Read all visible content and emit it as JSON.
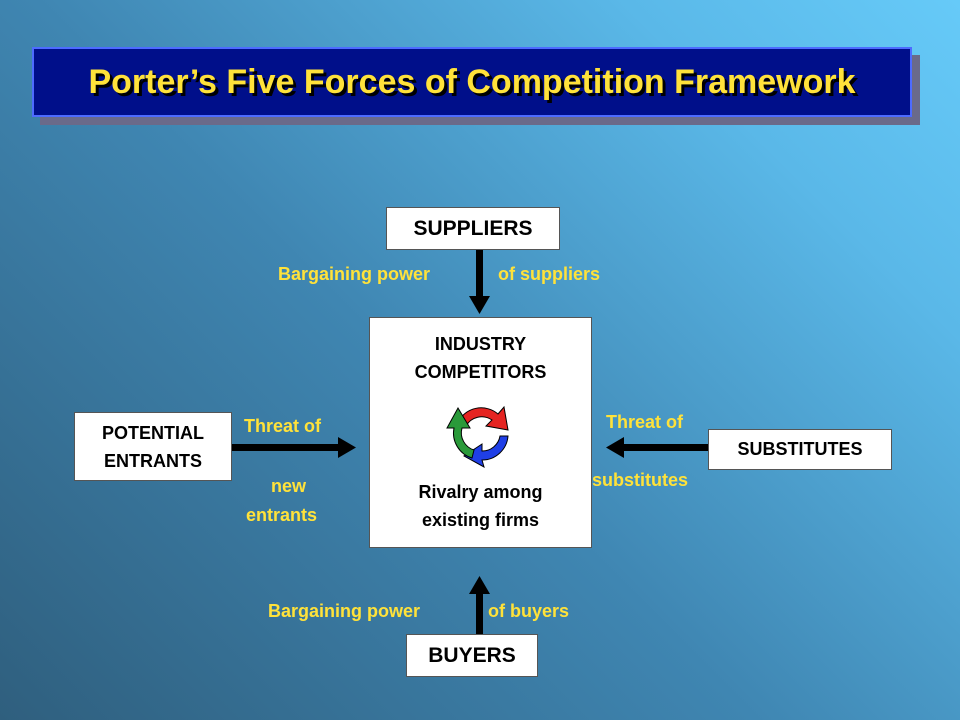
{
  "title": "Porter’s Five Forces of Competition Framework",
  "suppliers": "SUPPLIERS",
  "buyers": "BUYERS",
  "potential_entrants": {
    "line1": "POTENTIAL",
    "line2": "ENTRANTS"
  },
  "substitutes": "SUBSTITUTES",
  "industry": {
    "line1": "INDUSTRY",
    "line2": "COMPETITORS",
    "rivalry_line1": "Rivalry among",
    "rivalry_line2": "existing firms"
  },
  "labels": {
    "supplier_power_left": "Bargaining power",
    "supplier_power_right": "of suppliers",
    "buyer_power_left": "Bargaining power",
    "buyer_power_right": "of buyers",
    "new_entrants_1": "Threat of",
    "new_entrants_2": "new",
    "new_entrants_3": "entrants",
    "substitutes_1": "Threat of",
    "substitutes_2": "substitutes"
  },
  "colors": {
    "title_bg": "#000f8a",
    "title_text": "#ffe23a",
    "label_text": "#ffe23a",
    "cycle_red": "#e52421",
    "cycle_green": "#2a9a3a",
    "cycle_blue": "#1f3fe6"
  },
  "icons": [
    "cycle-arrows-icon"
  ]
}
